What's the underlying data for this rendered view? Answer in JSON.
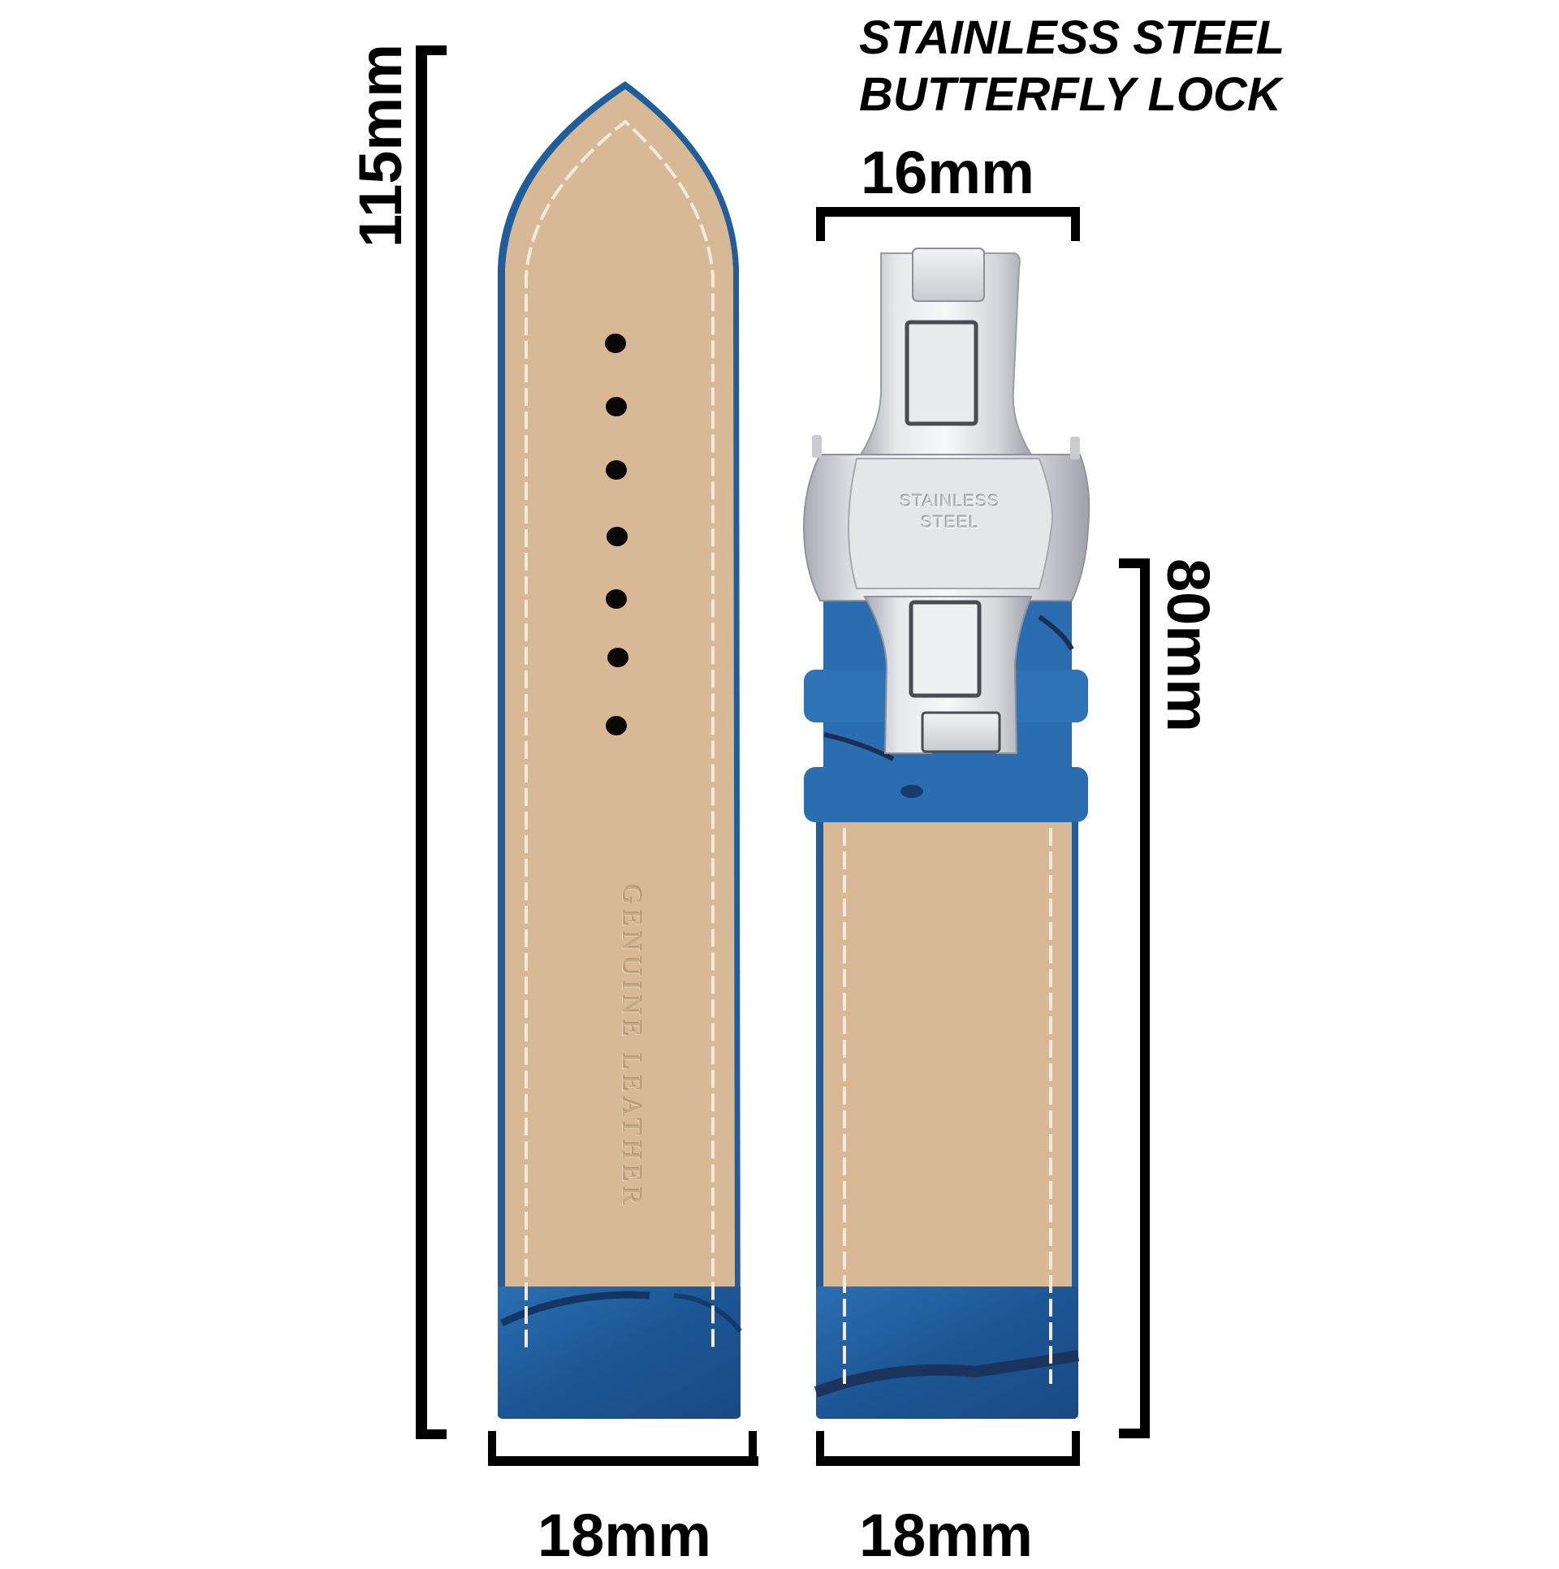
{
  "title": {
    "line1": "STAINLESS STEEL",
    "line2": "BUTTERFLY LOCK"
  },
  "dimensions": {
    "total_length": "115mm",
    "clasp_width": "16mm",
    "buckle_side_length": "80mm",
    "tail_width": "18mm",
    "buckle_side_width": "18mm"
  },
  "strap": {
    "embossed_text": "GENUINE LEATHER",
    "hole_count": 7,
    "colors": {
      "lining": "#d8b995",
      "leather_blue": "#1f5d9c",
      "leather_dark": "#183a6a",
      "stitch": "#f3ead8"
    }
  },
  "clasp": {
    "engraving_line1": "STAINLESS",
    "engraving_line2": "STEEL",
    "color": "#d9dbe0"
  }
}
